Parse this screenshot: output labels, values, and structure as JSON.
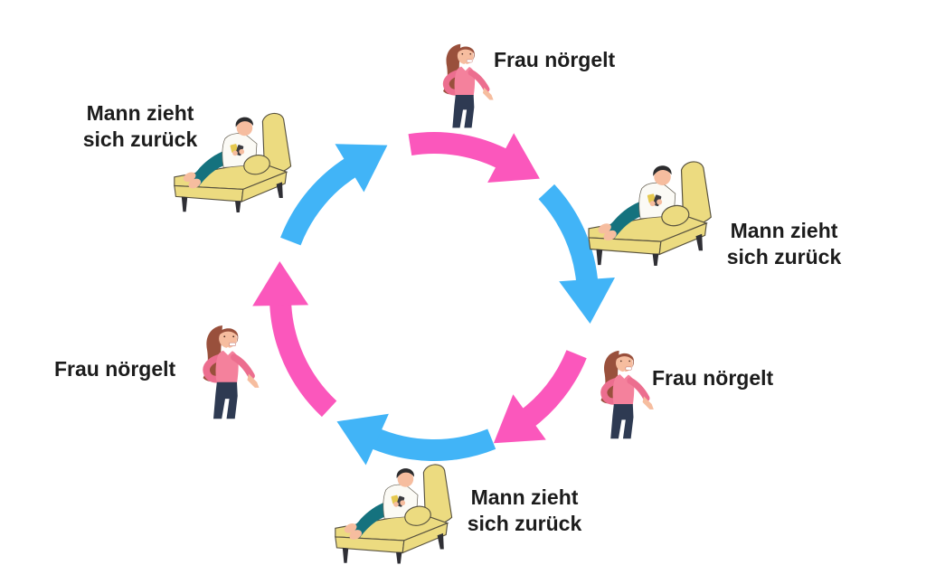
{
  "cycle": {
    "description": "Relationship nag-withdraw circular diagram",
    "background_color": "#FFFFFF",
    "text_color": "#1C1C1C",
    "colors": {
      "pink": "#FB57BC",
      "blue": "#41B4F7"
    },
    "palette": {
      "arrow_pink": "#FB57BC",
      "arrow_blue": "#41B4F7",
      "woman_sweater": "#F4819C",
      "woman_arm": "#EC6E8F",
      "woman_hair": "#99503C",
      "woman_pants": "#2E3A52",
      "skin": "#F6BD9F",
      "man_hair": "#2C2C2E",
      "man_shirt": "#FBFAF5",
      "man_pants": "#15727E",
      "chaise": "#ECDB80",
      "chaise_line": "#57513E",
      "chaise_leg": "#2F2F35"
    },
    "nodes": [
      {
        "id": "woman-top",
        "figure": "woman-pointing",
        "label_lines": [
          "Frau nörgelt"
        ]
      },
      {
        "id": "man-right",
        "figure": "man-on-chaise",
        "label_lines": [
          "Mann zieht",
          "sich zurück"
        ]
      },
      {
        "id": "woman-bottom-right",
        "figure": "woman-pointing",
        "label_lines": [
          "Frau nörgelt"
        ]
      },
      {
        "id": "man-bottom",
        "figure": "man-on-chaise",
        "label_lines": [
          "Mann zieht",
          "sich zurück"
        ]
      },
      {
        "id": "woman-left",
        "figure": "woman-pointing",
        "label_lines": [
          "Frau nörgelt"
        ]
      },
      {
        "id": "man-top-left",
        "figure": "man-on-chaise",
        "label_lines": [
          "Mann zieht",
          "sich zurück"
        ]
      }
    ],
    "arrows": [
      {
        "from": "man-top-left",
        "to": "woman-top",
        "color_name": "blue"
      },
      {
        "from": "woman-top",
        "to": "man-right",
        "color_name": "pink"
      },
      {
        "from": "man-right",
        "to": "woman-bottom-right",
        "color_name": "blue"
      },
      {
        "from": "woman-bottom-right",
        "to": "man-bottom",
        "color_name": "pink"
      },
      {
        "from": "man-bottom",
        "to": "woman-left",
        "color_name": "blue"
      },
      {
        "from": "woman-left",
        "to": "man-top-left",
        "color_name": "pink"
      }
    ]
  }
}
